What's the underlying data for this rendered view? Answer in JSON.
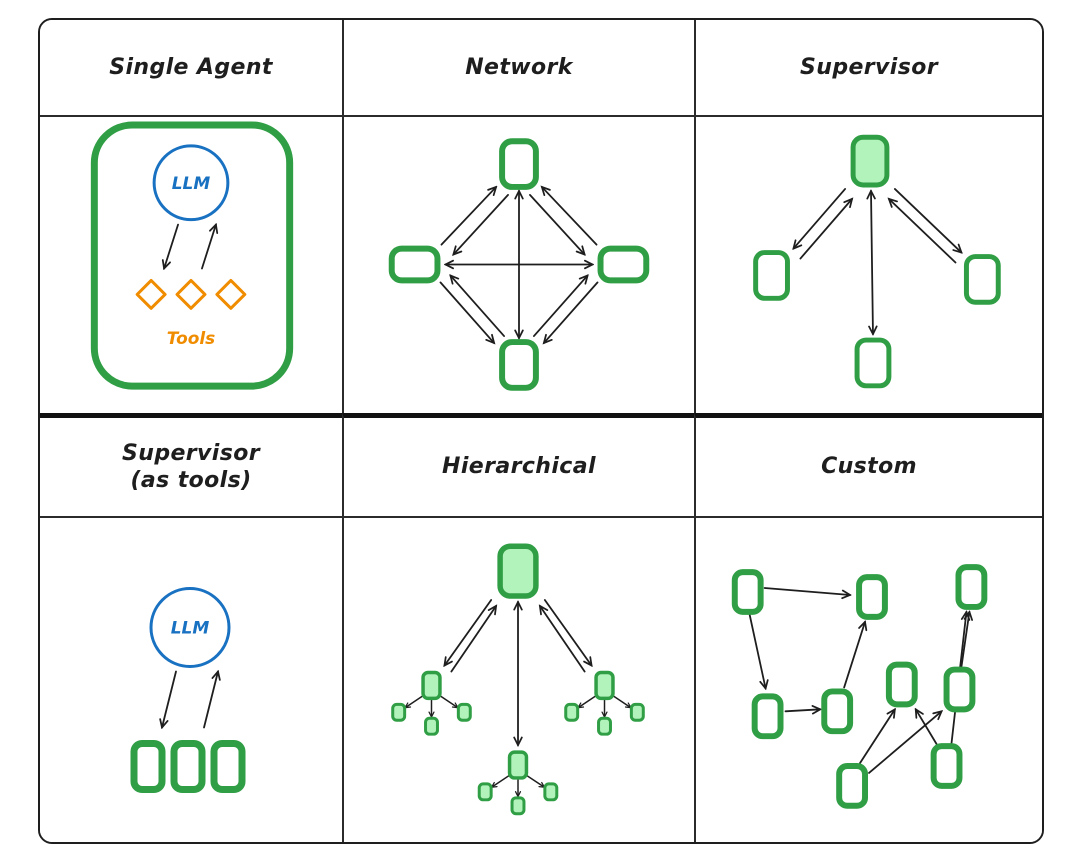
{
  "diagram": {
    "cells": {
      "single_agent": {
        "title": "Single Agent",
        "llm_label": "LLM",
        "tools_label": "Tools"
      },
      "network": {
        "title": "Network"
      },
      "supervisor": {
        "title": "Supervisor"
      },
      "supervisor_as_tools": {
        "title_line1": "Supervisor",
        "title_line2": "(as tools)",
        "llm_label": "LLM"
      },
      "hierarchical": {
        "title": "Hierarchical"
      },
      "custom": {
        "title": "Custom"
      }
    },
    "colors": {
      "agent_green": "#2f9e44",
      "agent_green_fill": "#b2f2bb",
      "llm_blue": "#1971c2",
      "tools_orange": "#f08c00",
      "ink": "#1e1e1e"
    }
  }
}
